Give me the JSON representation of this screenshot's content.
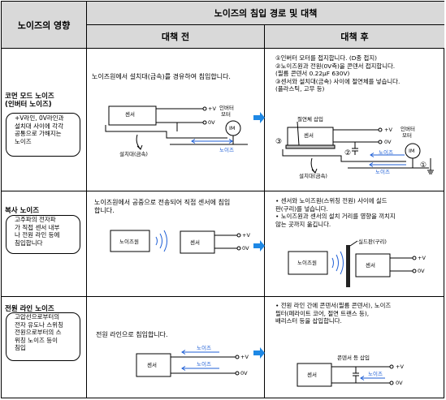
{
  "header": {
    "col1": "노이즈의 영향",
    "col_group": "노이즈의 침입 경로 및 대책",
    "before": "대책 전",
    "after": "대책 후"
  },
  "rows": [
    {
      "title_lines": [
        "코먼 모드 노이즈",
        "(인버터 노이즈)"
      ],
      "desc_lines": [
        "+V라인, 0V라인과",
        "설치대 사이에 각각",
        "공통으로 가해지는",
        "노이즈"
      ],
      "before_text": "노이즈원에서 설치대(금속)를 경유하여 침입합니다.",
      "before_labels": {
        "sensor": "센서",
        "plus_v": "+V",
        "zero_v": "0V",
        "inverter": "인버터",
        "motor": "모터",
        "im": "IM",
        "noise": "노이즈",
        "frame": "설치대(금속)"
      },
      "after_lines": [
        "①인버터 모터를 접지합니다. (D종 접지)",
        "②노이즈원과 전원(0V측)을 콘덴서 접지합니다.",
        "   (필름 콘덴서 0.22μF 630V)",
        "③센서와 설치대(금속) 사이에 절연체를 넣습니다.",
        "   (플라스틱, 고무 등)"
      ],
      "after_labels": {
        "insulator": "절연체 삽입",
        "sensor": "센서",
        "plus_v": "+V",
        "zero_v": "0V",
        "inverter": "인버터",
        "motor": "모터",
        "im": "IM",
        "noise1": "노이즈",
        "noise2": "노이즈",
        "frame": "설치대(금속)",
        "m1": "①",
        "m2": "②",
        "m3": "③"
      }
    },
    {
      "title_lines": [
        "복사 노이즈"
      ],
      "desc_lines": [
        "고주파의 전자파",
        "가 직접 센서 내부",
        "나 전원 라인 등에",
        "침입합니다"
      ],
      "before_text_lines": [
        "노이즈원에서 공중으로 전송되어 직접 센서에 침입",
        "합니다."
      ],
      "before_labels": {
        "source": "노이즈원",
        "sensor": "센서",
        "plus_v": "+V",
        "zero_v": "0V"
      },
      "after_lines": [
        "•  센서와 노이즈원(스위칭 전원) 사이에 실드",
        "   판(구리)를 넣습니다.",
        "•  노이즈원과 센서의 설치 거리를 영향을 끼치지",
        "   않는 곳까지 옮깁니다."
      ],
      "after_labels": {
        "shield": "실드판(구리)",
        "source": "노이즈원",
        "sensor": "센서",
        "plus_v": "+V",
        "zero_v": "0V"
      }
    },
    {
      "title_lines": [
        "전원 라인 노이즈"
      ],
      "desc_lines": [
        "고압선으로부터의",
        "전자 유도나 스위칭",
        "전원으로부터의 스",
        "위칭 노이즈 등이",
        "침입"
      ],
      "before_text": "전원 라인으로 침입합니다.",
      "before_labels": {
        "sensor": "센서",
        "noise1": "노이즈",
        "noise2": "노이즈",
        "plus_v": "+V",
        "zero_v": "0V"
      },
      "after_lines": [
        "•  전원 라인 간에 콘덴서(필름 콘덴서), 노이즈",
        "   필터(페라이트 코어, 절연 트랜스 등),",
        "   배리스터 등을 삽입합니다."
      ],
      "after_labels": {
        "capacitor": "콘덴서 등 삽입",
        "sensor": "센서",
        "plus_v": "+V",
        "noise": "노이즈",
        "zero_v": "0V"
      }
    }
  ],
  "colors": {
    "header_bg": "#d9d9d9",
    "accent_blue": "#1f5fd6",
    "arrow_blue": "#1e88e5"
  }
}
